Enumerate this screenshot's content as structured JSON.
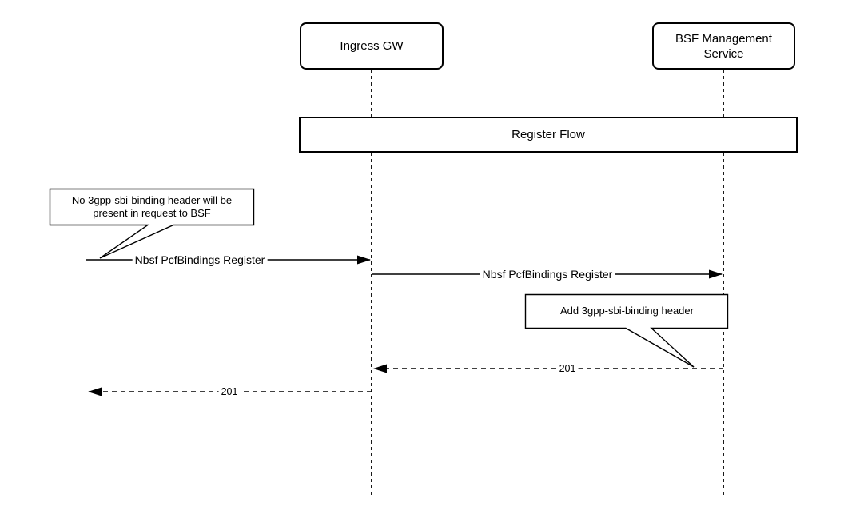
{
  "colors": {
    "stroke": "#000000",
    "background": "#ffffff"
  },
  "participants": {
    "ingress": {
      "label": "Ingress GW"
    },
    "bsf": {
      "line1": "BSF Management",
      "line2": "Service"
    }
  },
  "frame": {
    "title": "Register Flow"
  },
  "notes": {
    "no_header": {
      "line1": "No 3gpp-sbi-binding header will be",
      "line2": "present in request to BSF"
    },
    "add_header": {
      "text": "Add 3gpp-sbi-binding header"
    }
  },
  "messages": {
    "register_in": {
      "label": "Nbsf PcfBindings Register"
    },
    "register_forward": {
      "label": "Nbsf PcfBindings Register"
    },
    "response_to_gw": {
      "label": "201"
    },
    "response_out": {
      "label": "201"
    }
  }
}
